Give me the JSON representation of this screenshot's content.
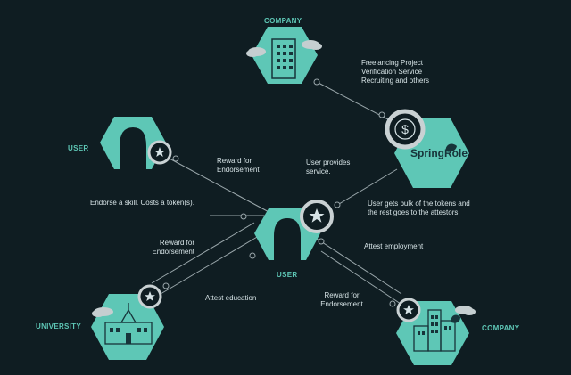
{
  "nodes": {
    "company_top": {
      "title": "COMPANY",
      "desc_lines": [
        "Freelancing Project",
        "Verification Service",
        "Recruiting and others"
      ]
    },
    "springrole": {
      "logo_text": "SpringRole",
      "icon": "dollar-icon",
      "symbol": "$"
    },
    "user_left": {
      "title": "USER"
    },
    "user_center": {
      "title": "USER"
    },
    "university": {
      "title": "UNIVERSITY"
    },
    "company_bottom": {
      "title": "COMPANY"
    }
  },
  "labels": {
    "reward_top": [
      "Reward for",
      "Endorsement"
    ],
    "user_provides": [
      "User provides",
      "service."
    ],
    "endorse_skill": "Endorse a skill. Costs a token(s).",
    "user_gets": [
      "User gets bulk of the tokens and",
      "the rest goes to the attestors"
    ],
    "reward_left": [
      "Reward for",
      "Endorsement"
    ],
    "attest_employment": "Attest employment",
    "attest_education": "Attest education",
    "reward_bottom": [
      "Reward for",
      "Endorsement"
    ]
  },
  "colors": {
    "background": "#0f1d22",
    "accent": "#5ec7b6",
    "line": "#9aa7ab",
    "text": "#d6e3e6",
    "badge_ring": "#c9d1d3"
  }
}
